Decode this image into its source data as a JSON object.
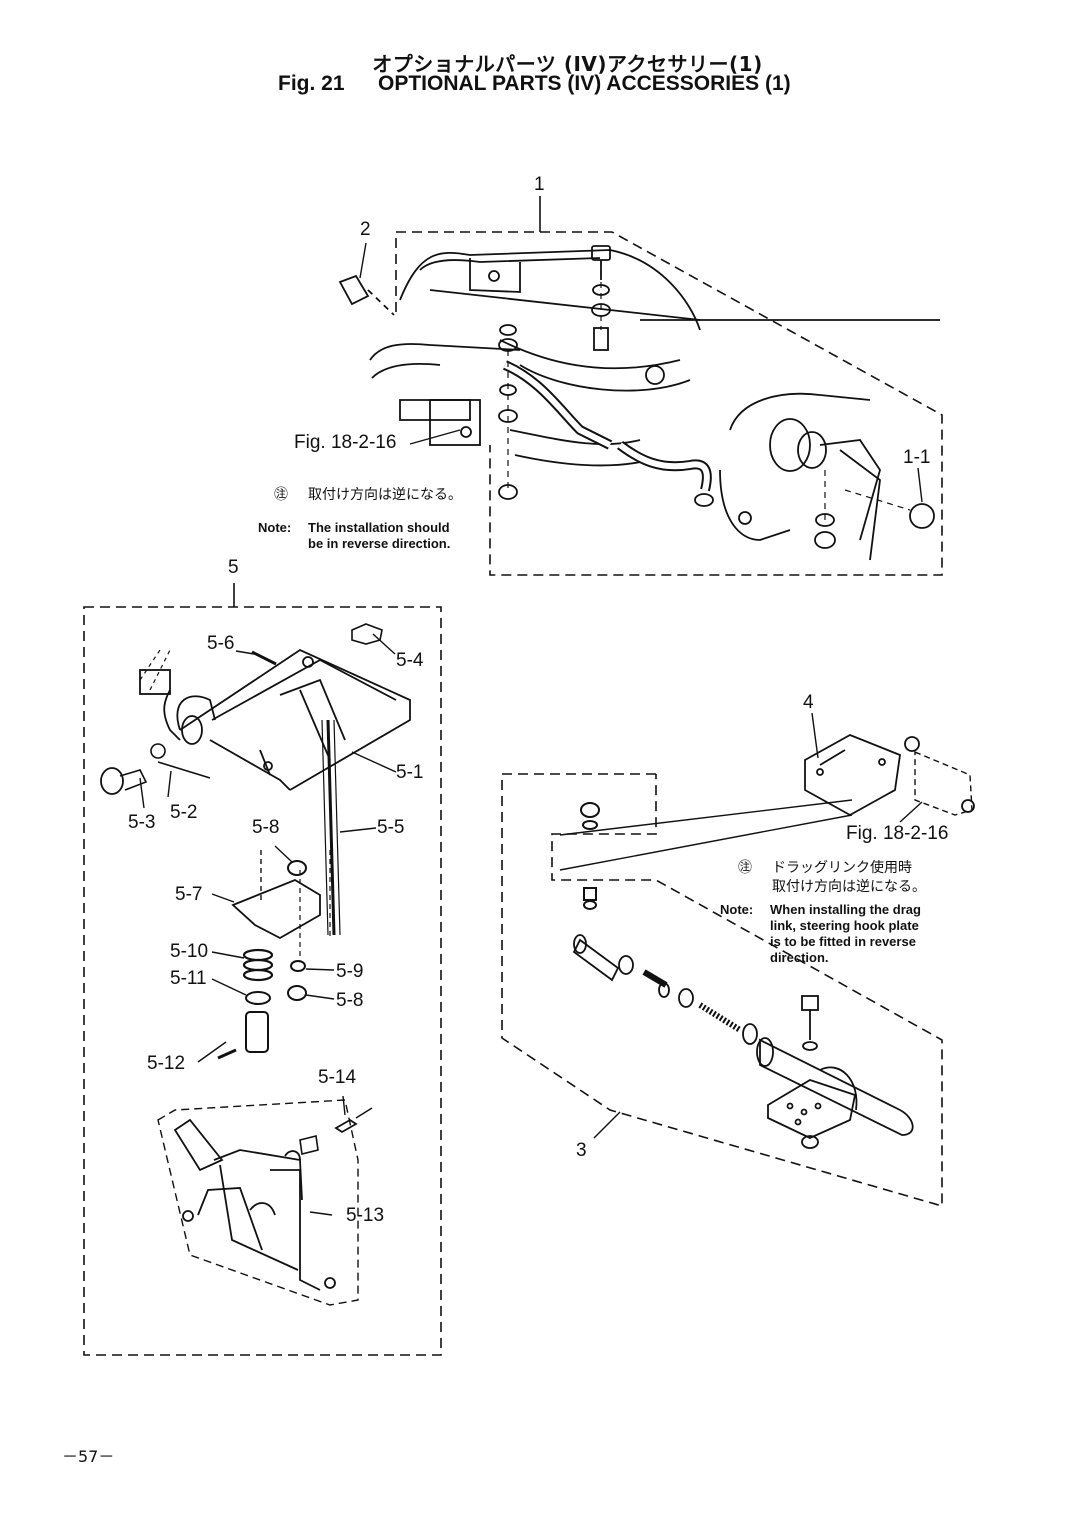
{
  "header": {
    "title_jp": "オプショナルパーツ (IV)アクセサリー(1)",
    "fig_no": "Fig. 21",
    "title_en": "OPTIONAL PARTS (IV) ACCESSORIES (1)"
  },
  "callouts": {
    "c1": "1",
    "c2": "2",
    "c1_1": "1-1",
    "fig_ref_a": "Fig. 18-2-16",
    "c5": "5",
    "c5_1": "5-1",
    "c5_2": "5-2",
    "c5_3": "5-3",
    "c5_4": "5-4",
    "c5_5": "5-5",
    "c5_6": "5-6",
    "c5_7": "5-7",
    "c5_8a": "5-8",
    "c5_8b": "5-8",
    "c5_9": "5-9",
    "c5_10": "5-10",
    "c5_11": "5-11",
    "c5_12": "5-12",
    "c5_13": "5-13",
    "c5_14": "5-14",
    "c4": "4",
    "fig_ref_b": "Fig. 18-2-16",
    "c3": "3"
  },
  "note_a": {
    "jp_mark": "㊟",
    "jp": "取付け方向は逆になる。",
    "label": "Note:",
    "text": "The installation should\nbe in reverse direction."
  },
  "note_b": {
    "jp_mark": "㊟",
    "jp_line1": "ドラッグリンク使用時",
    "jp_line2": "取付け方向は逆になる。",
    "label": "Note:",
    "text": "When installing the drag\nlink, steering hook plate\nis to be fitted in reverse\ndirection."
  },
  "footer": {
    "page": "－57－"
  }
}
